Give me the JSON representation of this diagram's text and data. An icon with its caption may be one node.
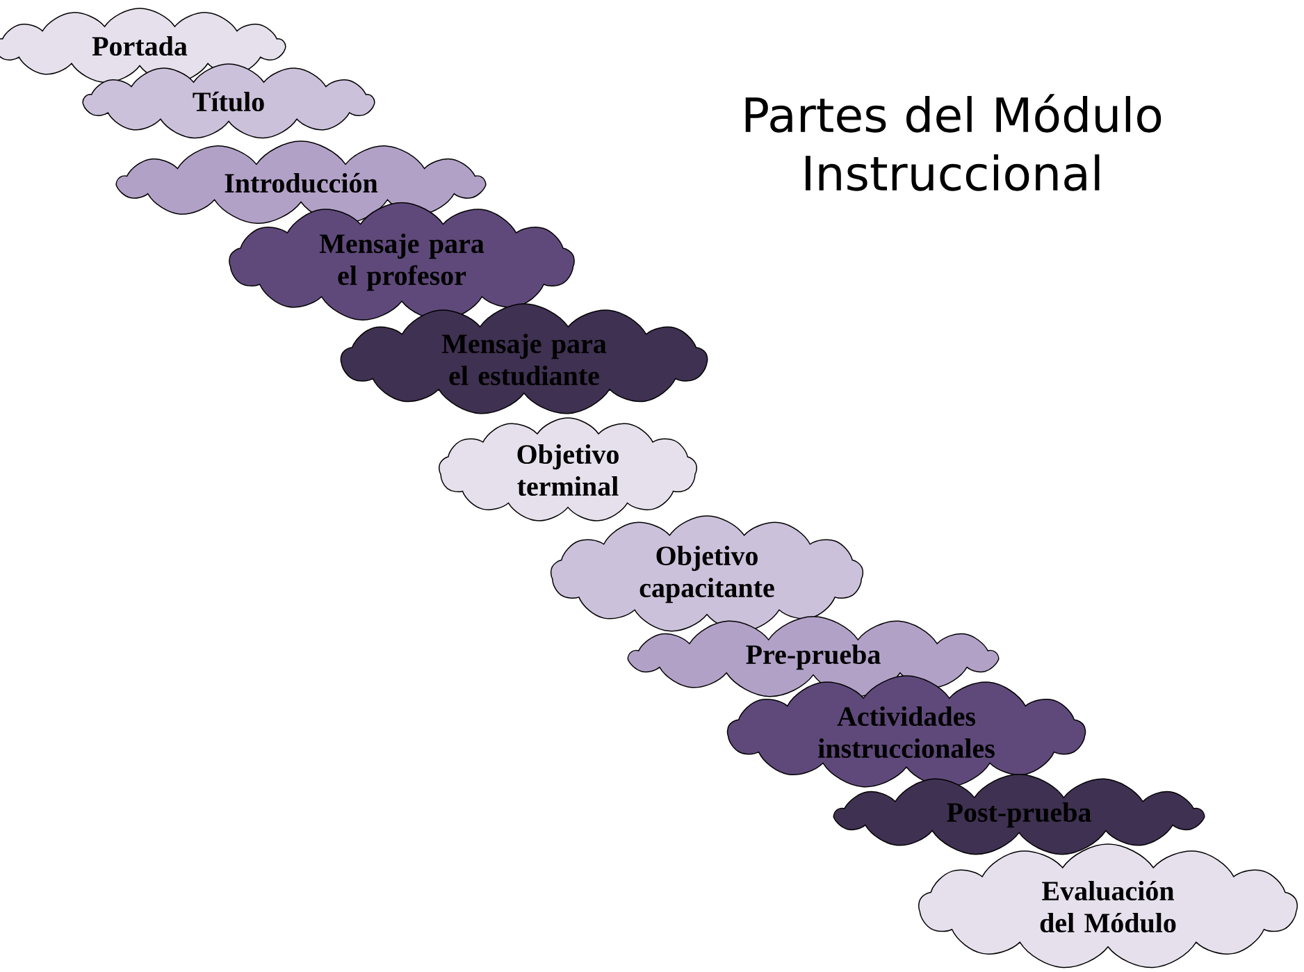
{
  "diagram": {
    "title": "Partes del Módulo Instruccional",
    "nodes": [
      {
        "text": [
          "Portada"
        ]
      },
      {
        "text": [
          "Título"
        ]
      },
      {
        "text": [
          "Introducción"
        ]
      },
      {
        "text": [
          "Mensaje para el profesor"
        ]
      },
      {
        "text": [
          "Mensaje para el estudiante"
        ]
      },
      {
        "text": [
          "Objetivo terminal"
        ]
      },
      {
        "text": [
          "Objetivo capacitante"
        ]
      },
      {
        "text": [
          "Pre-prueba"
        ]
      },
      {
        "text": [
          "Actividades instruccionales"
        ]
      },
      {
        "text": [
          "Post-prueba"
        ]
      },
      {
        "text": [
          "Evaluación del Módulo"
        ]
      }
    ]
  }
}
